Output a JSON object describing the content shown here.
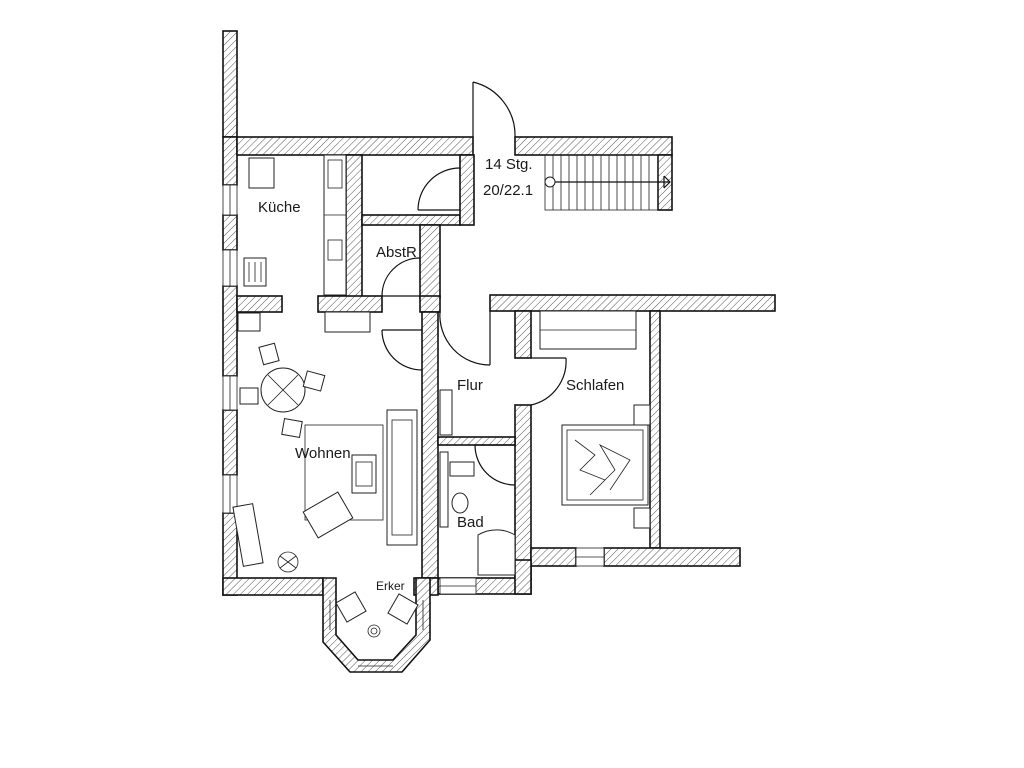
{
  "rooms": {
    "kueche": "Küche",
    "abstr": "AbstR",
    "flur": "Flur",
    "schlafen": "Schlafen",
    "wohnen": "Wohnen",
    "bad": "Bad",
    "erker": "Erker"
  },
  "stairs": {
    "steps": "14 Stg.",
    "ratio": "20/22.1"
  }
}
